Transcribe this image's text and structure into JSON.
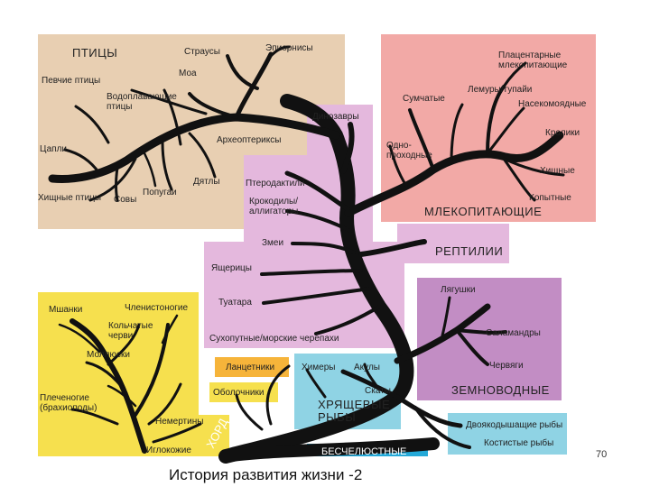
{
  "groups": {
    "birds": {
      "title": "ПТИЦЫ",
      "color": "#e8cfb2",
      "labels": [
        "Страусы",
        "Эпиорнисы",
        "Моа",
        "Певчие птицы",
        "Водоплавающие\nптицы",
        "Цапли",
        "Археоптериксы",
        "Дятлы",
        "Хищные птицы",
        "Совы",
        "Попугаи"
      ]
    },
    "mammals": {
      "title": "МЛЕКОПИТАЮЩИЕ",
      "color": "#f2a9a6",
      "labels": [
        "Плацентарные\nмлекопитающие",
        "Сумчатые",
        "Лемуры/тупайи",
        "Насекомоядные",
        "Одно-\nпроходные",
        "Кролики",
        "Хищные",
        "Копытные"
      ]
    },
    "reptiles": {
      "title": "РЕПТИЛИИ",
      "color": "#e4b8dd",
      "labels": [
        "Динозавры",
        "Птеродактили",
        "Крокодилы/\nаллигаторы",
        "Змеи",
        "Ящерицы",
        "Туатара",
        "Сухопутные/морские черепахи"
      ]
    },
    "amphibians": {
      "title": "ЗЕМНОВОДНЫЕ",
      "color": "#c28dc4",
      "labels": [
        "Лягушки",
        "Саламандры",
        "Червяги"
      ]
    },
    "invertebrates": {
      "color": "#f6e04e",
      "labels": [
        "Мшанки",
        "Членистоногие",
        "Кольчатые\nчерви",
        "Моллюски",
        "Плеченогие\n(брахиоподы)",
        "Немертины",
        "Иглокожие"
      ]
    },
    "fishes": {
      "title": "ХРЯЩЕВЫЕ\nРЫБЫ",
      "color": "#8fd3e4",
      "labels": [
        "Химеры",
        "Акулы",
        "Скаты",
        "Двоякодышащие рыбы",
        "Костистые рыбы"
      ]
    },
    "chordates": {
      "labels": [
        "Ланцетники",
        "Оболочники"
      ],
      "color": "#f6b43a",
      "color2": "#f6e04e"
    },
    "trunk_text": "ХОРД",
    "bottom_text": "БЕСЧЕЛЮСТНЫЕ"
  },
  "tree_color": "#111111",
  "caption": "История развития жизни -2",
  "page_number": "70"
}
